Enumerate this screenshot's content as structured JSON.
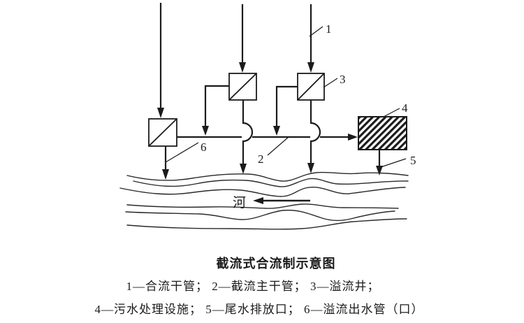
{
  "figure": {
    "river_label": "河",
    "callouts": {
      "n1": "1",
      "n2": "2",
      "n3": "3",
      "n4": "4",
      "n5": "5",
      "n6": "6"
    }
  },
  "caption": {
    "title": "截流式合流制示意图",
    "legend_line1": "1—合流干管； 2—截流主干管； 3—溢流井；",
    "legend_line2": "4—污水处理设施； 5—尾水排放口； 6—溢流出水管（口）"
  },
  "colors": {
    "ink": "#1b1b1b",
    "background": "#ffffff"
  }
}
